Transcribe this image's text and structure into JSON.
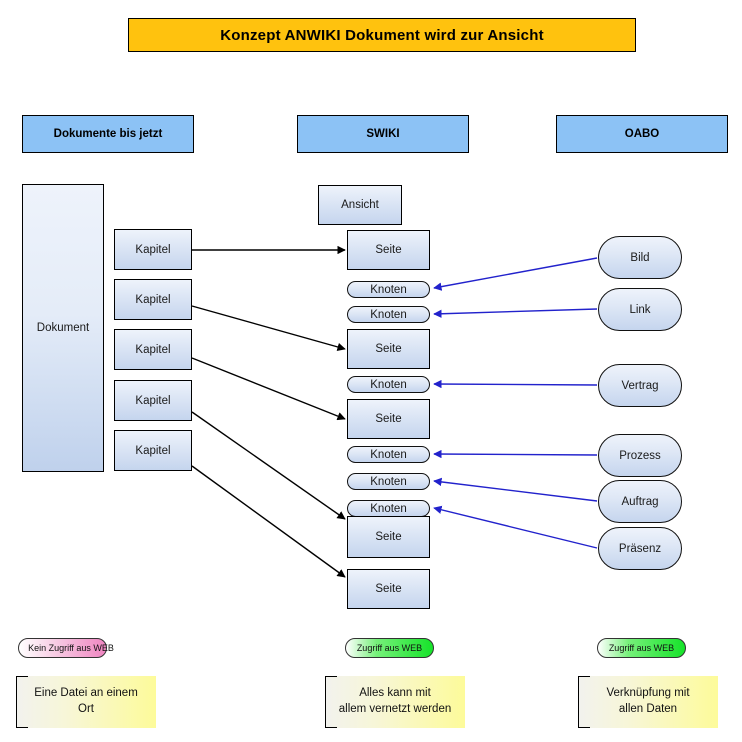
{
  "title": {
    "text": "Konzept ANWIKI Dokument wird zur Ansicht",
    "background": "#FFC20E"
  },
  "columns": [
    {
      "id": "left",
      "header": "Dokumente bis jetzt"
    },
    {
      "id": "middle",
      "header": "SWIKI"
    },
    {
      "id": "right",
      "header": "OABO"
    }
  ],
  "header_color": "#8CC2F5",
  "left_column": {
    "document": {
      "label": "Dokument"
    },
    "chapters": [
      {
        "label": "Kapitel"
      },
      {
        "label": "Kapitel"
      },
      {
        "label": "Kapitel"
      },
      {
        "label": "Kapitel"
      },
      {
        "label": "Kapitel"
      }
    ]
  },
  "middle_column": {
    "view": {
      "label": "Ansicht"
    },
    "nodes": [
      {
        "type": "seite",
        "label": "Seite"
      },
      {
        "type": "knoten",
        "label": "Knoten"
      },
      {
        "type": "knoten",
        "label": "Knoten"
      },
      {
        "type": "seite",
        "label": "Seite"
      },
      {
        "type": "knoten",
        "label": "Knoten"
      },
      {
        "type": "seite",
        "label": "Seite"
      },
      {
        "type": "knoten",
        "label": "Knoten"
      },
      {
        "type": "knoten",
        "label": "Knoten"
      },
      {
        "type": "knoten",
        "label": "Knoten"
      },
      {
        "type": "seite",
        "label": "Seite"
      },
      {
        "type": "seite",
        "label": "Seite"
      }
    ]
  },
  "right_column": {
    "objects": [
      {
        "label": "Bild"
      },
      {
        "label": "Link"
      },
      {
        "label": "Vertrag"
      },
      {
        "label": "Prozess"
      },
      {
        "label": "Auftrag"
      },
      {
        "label": "Präsenz"
      }
    ]
  },
  "footer": {
    "status": [
      {
        "label": "Kein Zugriff aus WEB",
        "state": "no-web",
        "color": "#EF85C1"
      },
      {
        "label": "Zugriff aus WEB",
        "state": "web-ok",
        "color": "#16E32A"
      },
      {
        "label": "Zugriff aus WEB",
        "state": "web-ok",
        "color": "#16E32A"
      }
    ],
    "notes": [
      {
        "line1": "Eine Datei an einem",
        "line2": "Ort"
      },
      {
        "line1": "Alles kann mit",
        "line2": "allem vernetzt werden"
      },
      {
        "line1": "Verknüpfung mit",
        "line2": "allen Daten"
      }
    ]
  },
  "connectors": {
    "chapter_to_page_color": "#000000",
    "object_to_node_color": "#2222CC"
  }
}
